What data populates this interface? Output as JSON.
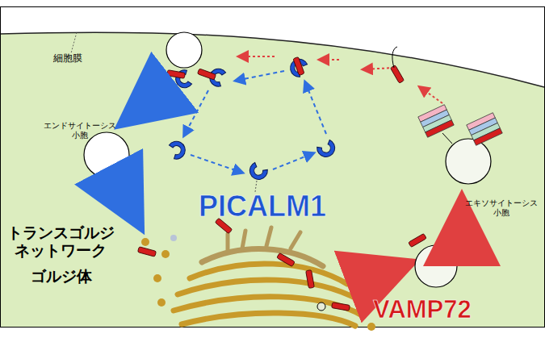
{
  "diagram": {
    "labels": [
      "細胞膜",
      "エンドサイトーシス 小胞",
      "トランスゴルジ ネットワーク",
      "ゴルジ体",
      "PICALM1",
      "VAMP72",
      "エキソサイトーシス 小胞"
    ]
  }
}
